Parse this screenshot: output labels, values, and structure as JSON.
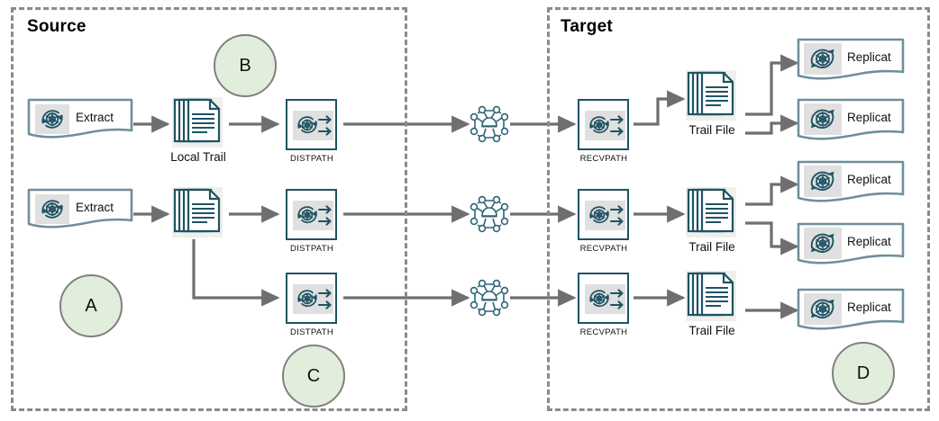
{
  "diagram": {
    "title_source": "Source",
    "title_target": "Target",
    "colors": {
      "teal": "#1f5364",
      "steel": "#6e8f9c",
      "arrow_gray": "#6f6f6f",
      "dash_gray": "#8a8a8a",
      "circle_fill": "#e2eedc",
      "circle_stroke": "#808080",
      "icon_bg": "#e0e0e0"
    },
    "source": {
      "rows": [
        {
          "extract_label": "Extract",
          "trail_label": "Local Trail",
          "path_label": "DISTPATH"
        },
        {
          "extract_label": "Extract",
          "trail_label": "",
          "path_label": "DISTPATH"
        },
        {
          "extract_label": "",
          "trail_label": "",
          "path_label": "DISTPATH"
        }
      ]
    },
    "network": {
      "icon": "network-nodes-icon",
      "count": 3
    },
    "target": {
      "rows": [
        {
          "path_label": "RECVPATH",
          "trail_label": "Trail File",
          "replicats": [
            "Replicat",
            "Replicat"
          ]
        },
        {
          "path_label": "RECVPATH",
          "trail_label": "Trail File",
          "replicats": [
            "Replicat",
            "Replicat"
          ]
        },
        {
          "path_label": "RECVPATH",
          "trail_label": "Trail File",
          "replicats": [
            "Replicat"
          ]
        }
      ]
    },
    "callouts": [
      {
        "id": "B",
        "label": "B"
      },
      {
        "id": "A",
        "label": "A"
      },
      {
        "id": "C",
        "label": "C"
      },
      {
        "id": "D",
        "label": "D"
      }
    ],
    "icons": {
      "extract": "gear-refresh-icon",
      "replicat": "gear-refresh-icon",
      "path": "gear-refresh-double-arrow-icon",
      "trail": "document-stack-icon",
      "network": "network-nodes-icon"
    }
  }
}
